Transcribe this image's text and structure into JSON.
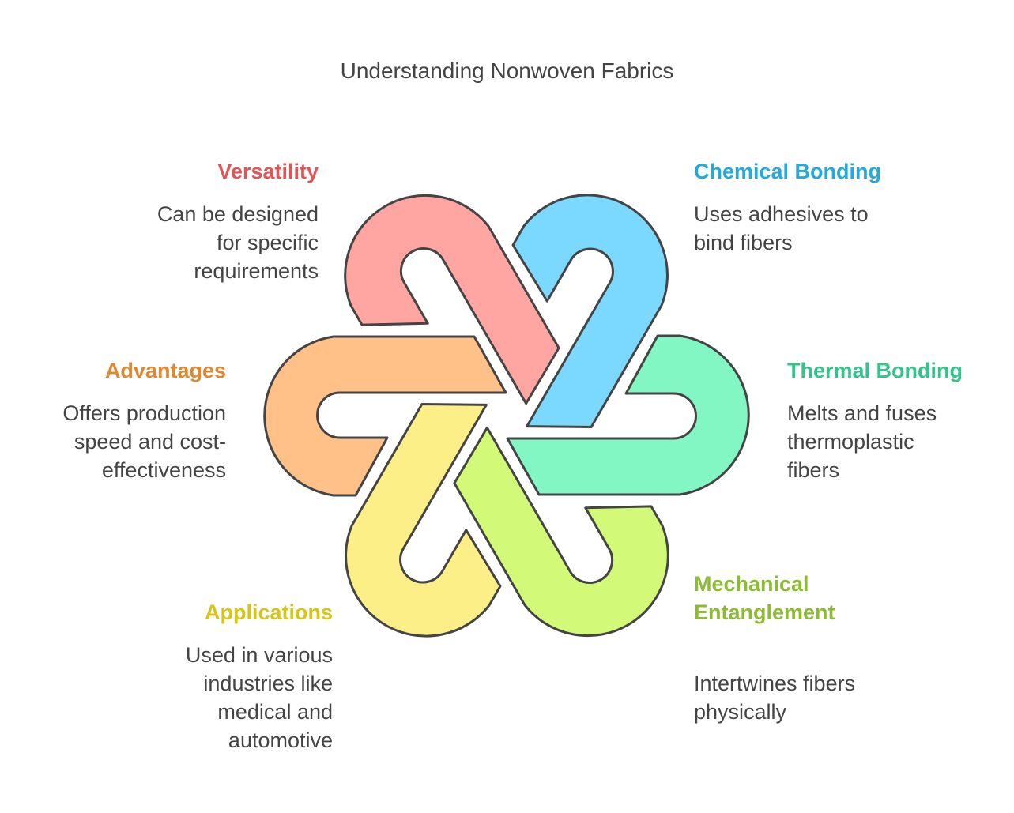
{
  "title": "Understanding Nonwoven Fabrics",
  "colors": {
    "versatility": "#E05555",
    "chemical": "#22AADD",
    "thermal": "#33C48A",
    "mechanical": "#8DBB33",
    "applications": "#D9C514",
    "advantages": "#E08830",
    "text": "#444444",
    "outline": "#444444"
  },
  "segments": [
    {
      "name": "Versatility",
      "fill": "#FFA6A3"
    },
    {
      "name": "Chemical Bonding",
      "fill": "#7BD8FE"
    },
    {
      "name": "Thermal Bonding",
      "fill": "#83F7C3"
    },
    {
      "name": "Mechanical Entanglement",
      "fill": "#D2F977"
    },
    {
      "name": "Applications",
      "fill": "#FCEF88"
    },
    {
      "name": "Advantages",
      "fill": "#FFC187"
    }
  ],
  "items": {
    "versatility": {
      "heading": "Versatility",
      "desc": "Can be designed\nfor specific\nrequirements"
    },
    "chemical": {
      "heading": "Chemical Bonding",
      "desc": "Uses adhesives to\nbind fibers"
    },
    "thermal": {
      "heading": "Thermal Bonding",
      "desc": "Melts and fuses\nthermoplastic\nfibers"
    },
    "mechanical": {
      "heading": "Mechanical\nEntanglement",
      "desc": "Intertwines fibers\nphysically"
    },
    "applications": {
      "heading": "Applications",
      "desc": "Used in various\nindustries like\nmedical and\nautomotive"
    },
    "advantages": {
      "heading": "Advantages",
      "desc": "Offers production\nspeed and cost-\neffectiveness"
    }
  }
}
